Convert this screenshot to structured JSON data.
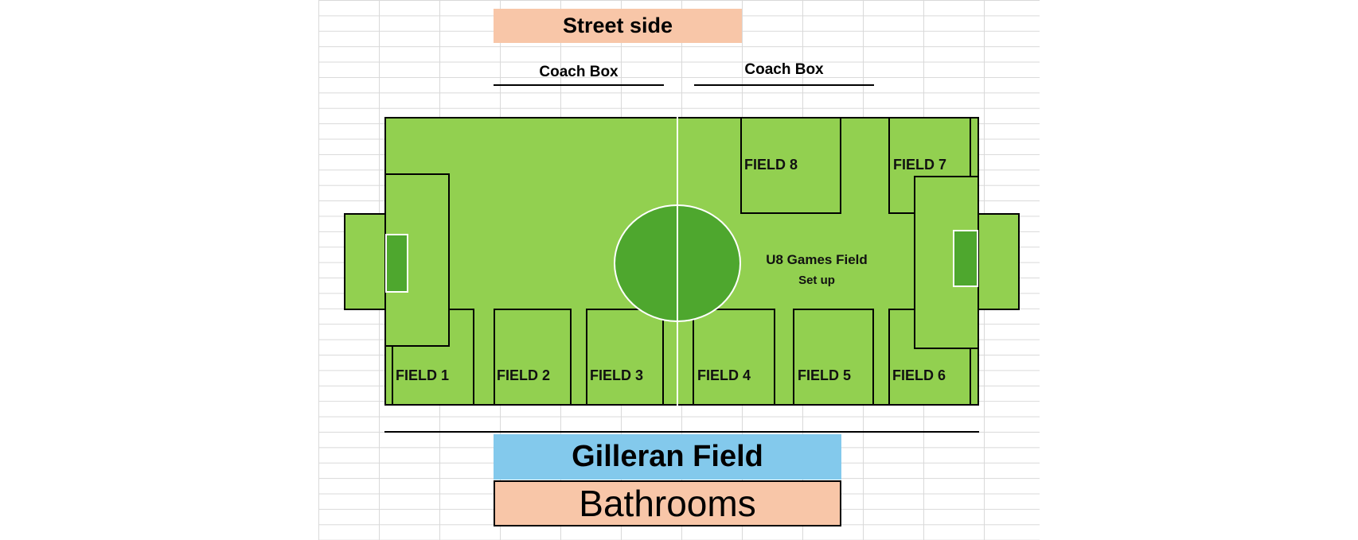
{
  "title": "Street side",
  "coach_boxes": [
    "Coach Box",
    "Coach Box"
  ],
  "fields": [
    "FIELD 1",
    "FIELD 2",
    "FIELD 3",
    "FIELD 4",
    "FIELD 5",
    "FIELD 6",
    "FIELD 7",
    "FIELD 8"
  ],
  "center_label": {
    "line1": "U8 Games Field",
    "line2": "Set up"
  },
  "bottom": {
    "field_name": "Gilleran Field",
    "bathrooms": "Bathrooms"
  },
  "colors": {
    "grass": "#92d050",
    "dark_grass": "#4ea72e",
    "peach": "#f8c6a8",
    "blue": "#83c9ec"
  }
}
